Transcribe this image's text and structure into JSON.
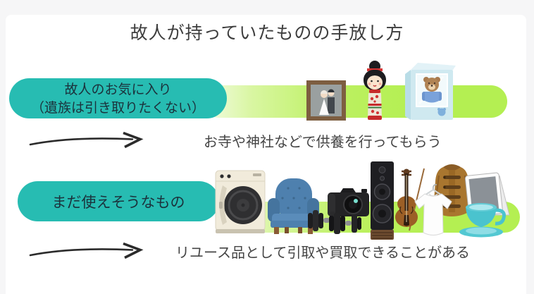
{
  "title": "故人が持っていたものの手放し方",
  "colors": {
    "background": "#f6f6f7",
    "card": "#ffffff",
    "pill_teal": "#27bcb2",
    "banner_green": "#b4ef52",
    "pill_text": "#1b323c",
    "body_text": "#454545",
    "arrow": "#2b2b2b"
  },
  "rows": [
    {
      "label_lines": [
        "故人のお気に入り",
        "（遺族は引き取りたくない）"
      ],
      "caption": "お寺や神社などで供養を行ってもらう",
      "illustrations": [
        "wedding-photo-frame",
        "kokeshi-doll",
        "teddy-bear-in-gift-box"
      ]
    },
    {
      "label_lines": [
        "まだ使えそうなもの"
      ],
      "caption": "リユース品として引取や買取できることがある",
      "illustrations": [
        "washing-machine",
        "armchair",
        "dumbbells",
        "camera",
        "tower-speaker",
        "violin",
        "shirt-on-hanger",
        "winter-coat",
        "tablet-with-stand",
        "teacup-and-saucer"
      ]
    }
  ]
}
